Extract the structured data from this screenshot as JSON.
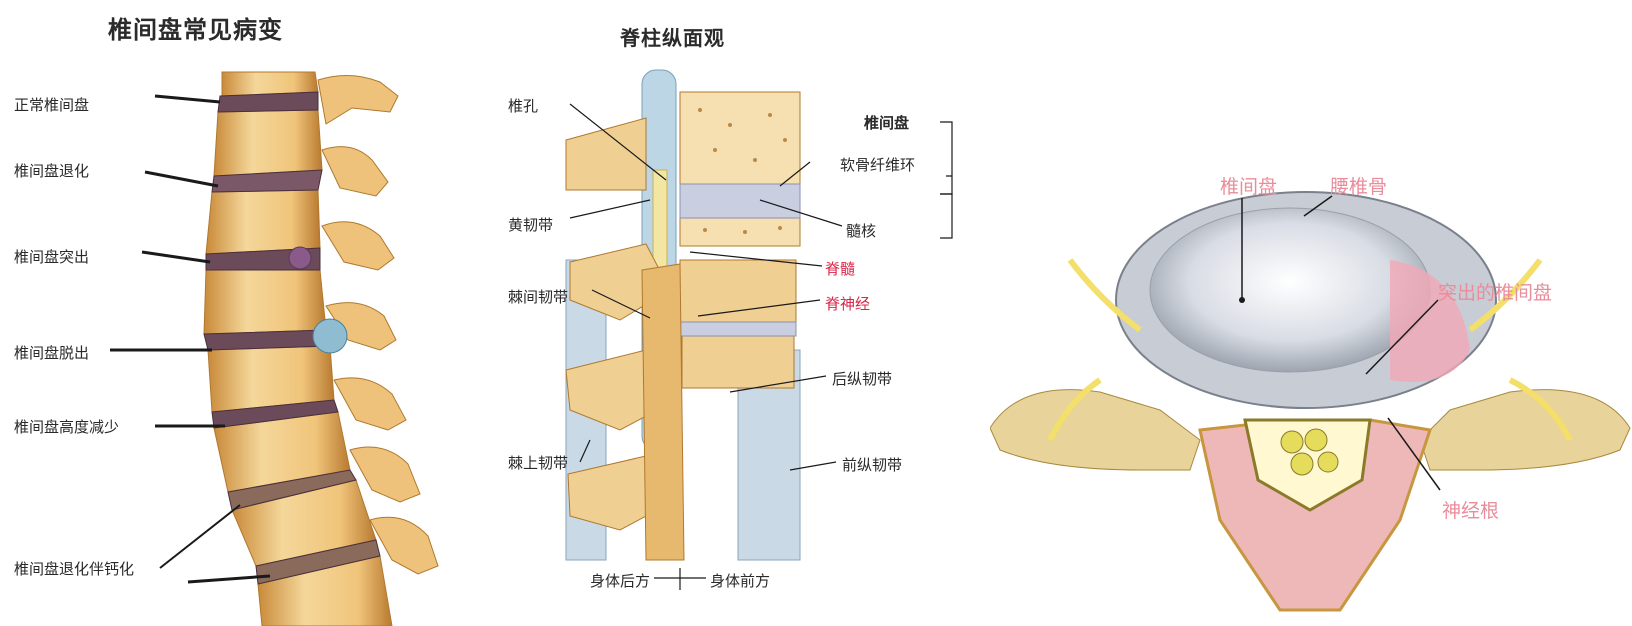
{
  "panel1": {
    "title": "椎间盘常见病变",
    "labels": [
      "正常椎间盘",
      "椎间盘退化",
      "椎间盘突出",
      "椎间盘脱出",
      "椎间盘高度减少",
      "椎间盘退化伴钙化"
    ]
  },
  "panel2": {
    "title": "脊柱纵面观",
    "labels": {
      "foramen": "椎孔",
      "ligamentum_flavum": "黄韧带",
      "interspinous": "棘间韧带",
      "supraspinous": "棘上韧带",
      "disc_heading": "椎间盘",
      "annulus": "软骨纤维环",
      "nucleus": "髓核",
      "spinal_cord": "脊髓",
      "spinal_nerve": "脊神经",
      "posterior_ligament": "后纵韧带",
      "anterior_ligament": "前纵韧带",
      "posterior_dir": "身体后方",
      "anterior_dir": "身体前方"
    }
  },
  "panel3": {
    "labels": {
      "disc": "椎间盘",
      "vertebra": "腰椎骨",
      "herniated": "突出的椎间盘",
      "nerve": "神经根"
    }
  },
  "colors": {
    "bone": "#f2cf8e",
    "bone_dark": "#c98a3a",
    "disc": "#6b4a5a",
    "ligament": "#c9dae6",
    "red_label": "#d9264a",
    "pink_label": "#e98d9c",
    "nerve": "#f3df6a"
  }
}
